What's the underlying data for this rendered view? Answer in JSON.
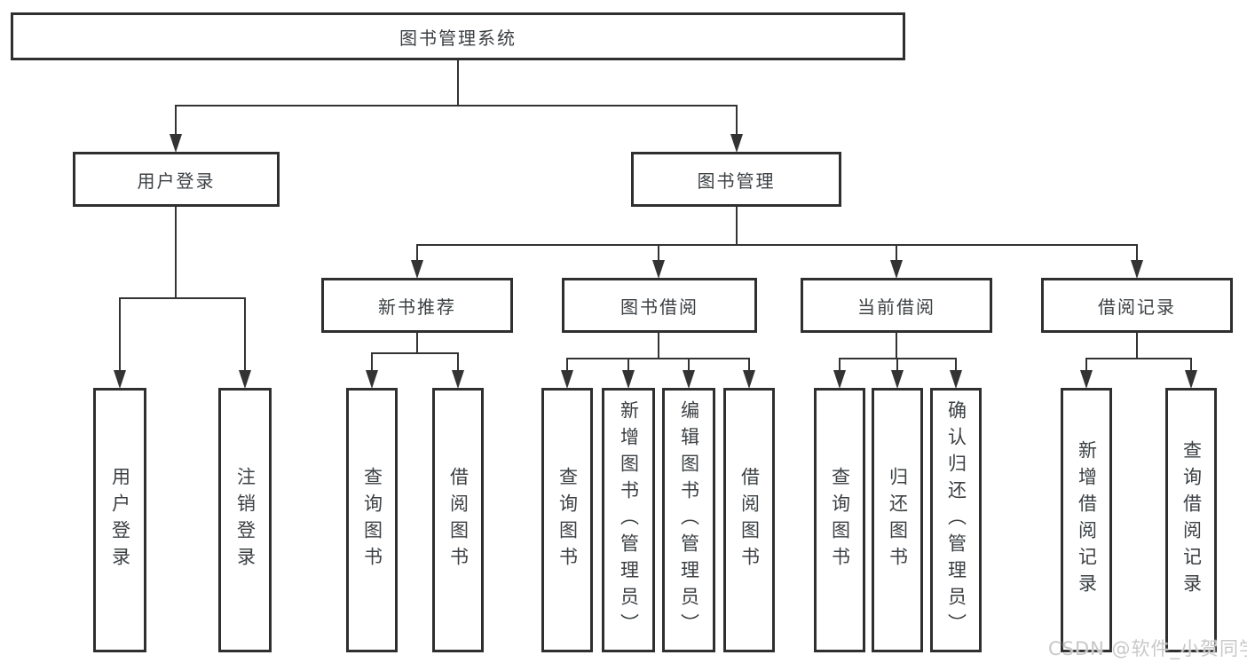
{
  "diagram": {
    "type": "hierarchy-tree",
    "root": {
      "label": "图书管理系统"
    },
    "branches": [
      {
        "label": "用户登录",
        "children": [
          {
            "label": "用户登录"
          },
          {
            "label": "注销登录"
          }
        ]
      },
      {
        "label": "图书管理",
        "children": [
          {
            "label": "新书推荐",
            "children": [
              {
                "label": "查询图书"
              },
              {
                "label": "借阅图书"
              }
            ]
          },
          {
            "label": "图书借阅",
            "children": [
              {
                "label": "查询图书"
              },
              {
                "label": "新增图书（管理员）"
              },
              {
                "label": "编辑图书（管理员）"
              },
              {
                "label": "借阅图书"
              }
            ]
          },
          {
            "label": "当前借阅",
            "children": [
              {
                "label": "查询图书"
              },
              {
                "label": "归还图书"
              },
              {
                "label": "确认归还（管理员）"
              }
            ]
          },
          {
            "label": "借阅记录",
            "children": [
              {
                "label": "新增借阅记录"
              },
              {
                "label": "查询借阅记录"
              }
            ]
          }
        ]
      }
    ]
  },
  "watermark": {
    "text": "CSDN @软件_小贺同学"
  },
  "colors": {
    "line": "#333333",
    "border": "#2f2f2f",
    "text": "#3c4043",
    "watermark": "#c8c8c8",
    "background": "#ffffff"
  }
}
